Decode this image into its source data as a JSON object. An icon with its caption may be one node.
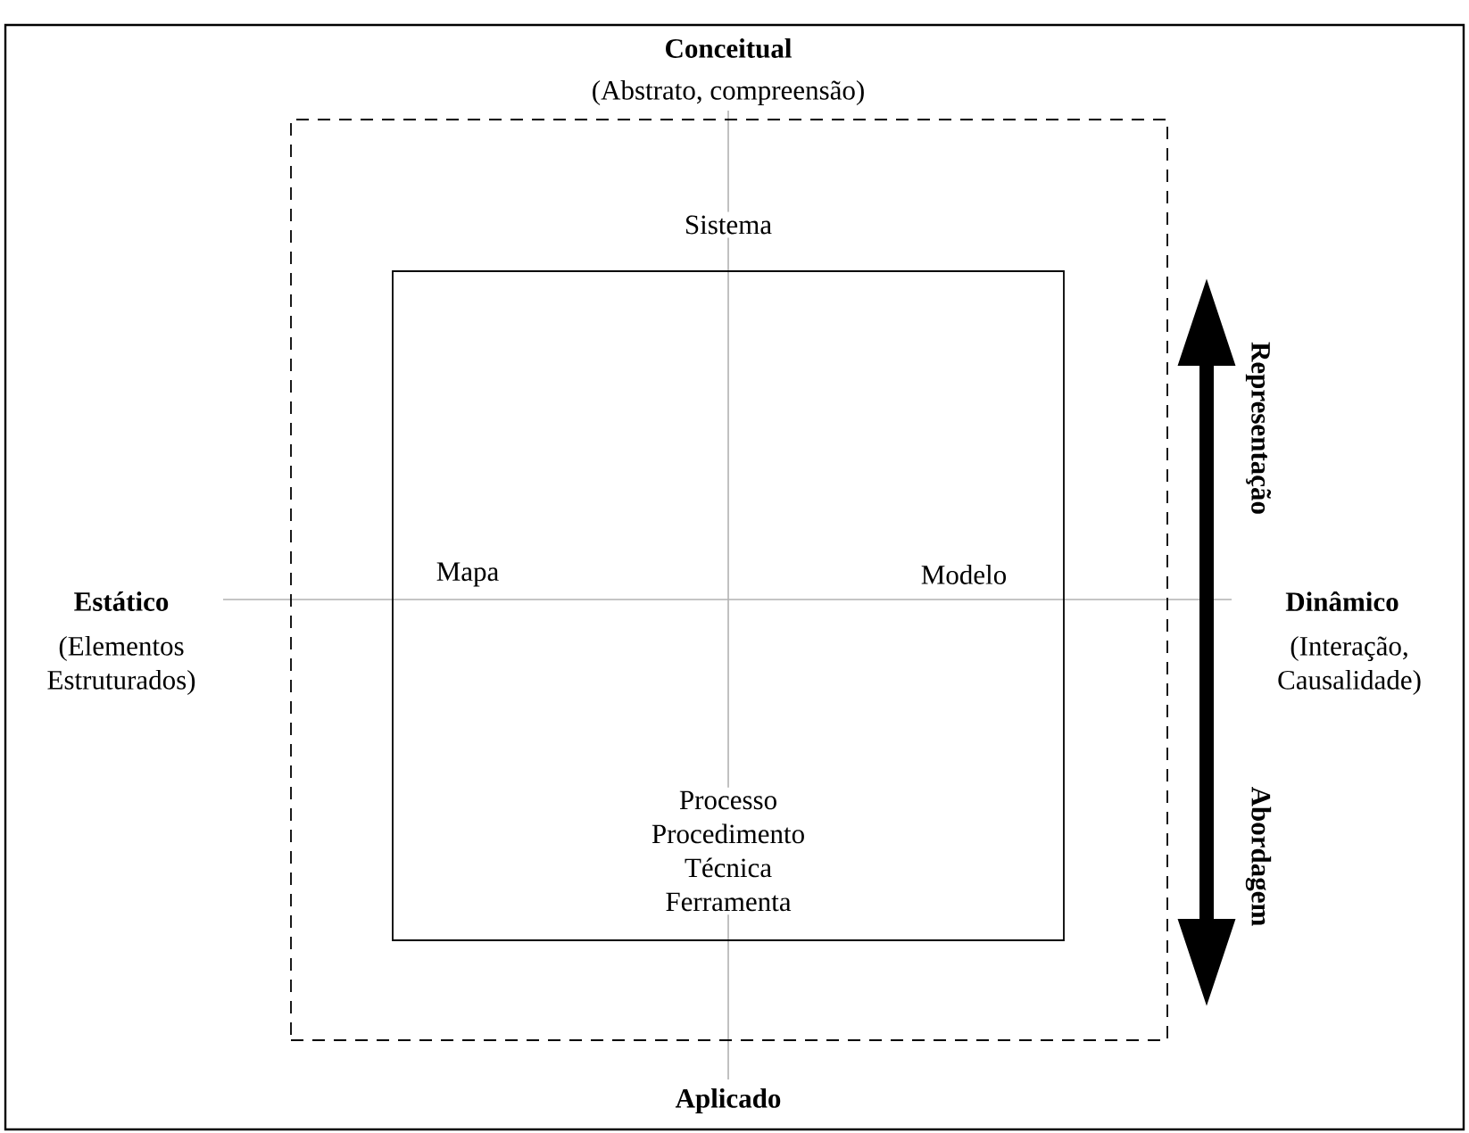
{
  "diagram": {
    "nodes": [
      {
        "text": [
          "Sistema"
        ]
      },
      {
        "text": [
          "Mapa",
          "Modelo",
          "Processo Procedimento Técnica Ferramenta"
        ],
        "in": 0
      }
    ],
    "labels": [
      "Conceitual",
      "(Abstrato, compreensão)",
      "Estático",
      "(Elementos Estruturados)",
      "Representação",
      "Dinâmico",
      "(Interação, Causalidade)",
      "Abordagem",
      "Aplicado"
    ]
  }
}
